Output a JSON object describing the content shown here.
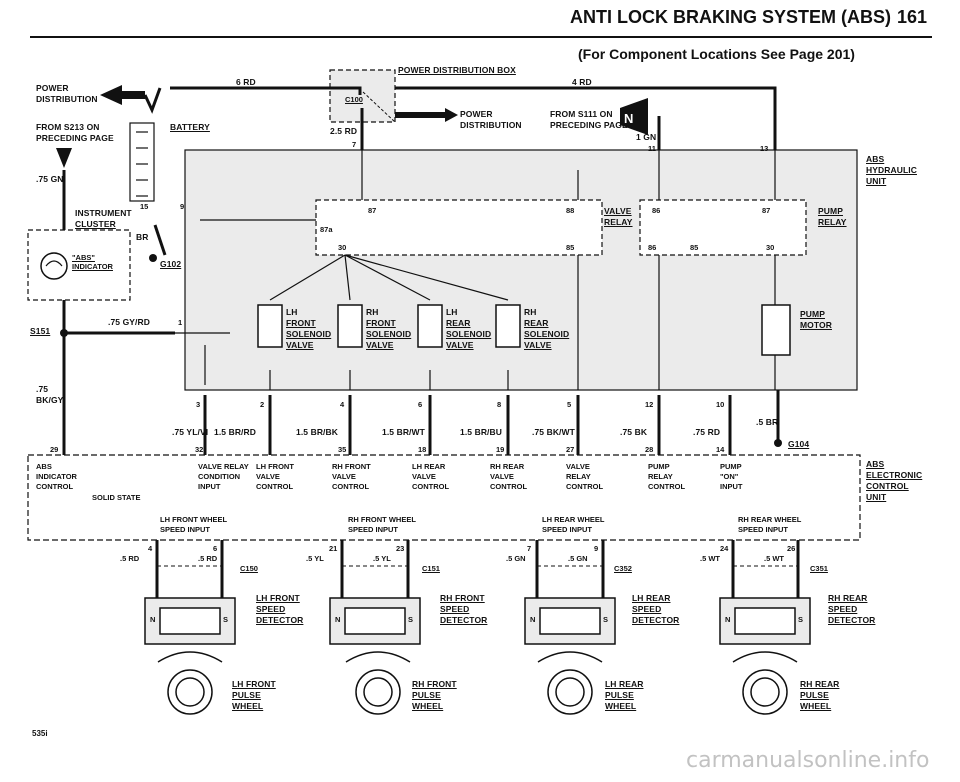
{
  "header": {
    "title": "ANTI LOCK BRAKING SYSTEM (ABS)",
    "page_number": "161",
    "subtitle": "(For Component Locations See Page 201)"
  },
  "footer": {
    "model_code": "535i",
    "watermark": "carmanualsonline.info"
  },
  "top": {
    "power_distribution_box": "POWER DISTRIBUTION BOX",
    "connector_c100": "C100",
    "power_distribution_left": [
      "POWER",
      "DISTRIBUTION"
    ],
    "power_distribution_mid": [
      "POWER",
      "DISTRIBUTION"
    ],
    "from_s213": [
      "FROM S213 ON",
      "PRECEDING PAGE"
    ],
    "from_s111": [
      "FROM S111 ON",
      "PRECEDING PAGE"
    ],
    "wire_6rd": "6 RD",
    "wire_4rd": "4 RD",
    "wire_25rd": "2.5 RD",
    "wire_1gn": "1 GN",
    "wire_75gn": ".75 GN",
    "pin_7": "7",
    "pin_11": "11",
    "pin_13": "13",
    "battery": "BATTERY",
    "ground_g102": "G102",
    "ground_g104": "G104"
  },
  "cluster": {
    "instrument_cluster": [
      "INSTRUMENT",
      "CLUSTER"
    ],
    "abs_indicator": [
      "\"ABS\"",
      "INDICATOR"
    ],
    "pin_15": "15",
    "pin_9": "9",
    "pin_1": "1",
    "wire_br": "BR",
    "splice_s151": "S151",
    "wire_75gyrd": ".75 GY/RD",
    "wire_75bkgy": [
      ".75",
      "BK/GY"
    ]
  },
  "hydraulic_unit": {
    "label": [
      "ABS",
      "HYDRAULIC",
      "UNIT"
    ],
    "valve_relay": [
      "VALVE",
      "RELAY"
    ],
    "pump_relay": [
      "PUMP",
      "RELAY"
    ],
    "pump_motor": [
      "PUMP",
      "MOTOR"
    ],
    "relay_pins_left": [
      "87",
      "87a",
      "30"
    ],
    "relay_pins_valve": [
      "88",
      "86",
      "85"
    ],
    "relay_pins_pump": [
      "86",
      "87",
      "85",
      "30"
    ],
    "solenoids": [
      [
        "LH",
        "FRONT",
        "SOLENOID",
        "VALVE"
      ],
      [
        "RH",
        "FRONT",
        "SOLENOID",
        "VALVE"
      ],
      [
        "LH",
        "REAR",
        "SOLENOID",
        "VALVE"
      ],
      [
        "RH",
        "REAR",
        "SOLENOID",
        "VALVE"
      ]
    ]
  },
  "harness": [
    {
      "pin": "3",
      "wire": ".75 YL/VI"
    },
    {
      "pin": "2",
      "wire": "1.5 BR/RD"
    },
    {
      "pin": "4",
      "wire": "1.5 BR/BK"
    },
    {
      "pin": "6",
      "wire": "1.5 BR/WT"
    },
    {
      "pin": "8",
      "wire": "1.5 BR/BU"
    },
    {
      "pin": "5",
      "wire": ".75 BK/WT"
    },
    {
      "pin": "12",
      "wire": ".75 BK"
    },
    {
      "pin": "10",
      "wire": ".75 RD"
    },
    {
      "pin": "",
      "wire": ".5 BR"
    }
  ],
  "ecu": {
    "label": [
      "ABS",
      "ELECTRONIC",
      "CONTROL",
      "UNIT"
    ],
    "pins": [
      "29",
      "32",
      "35",
      "18",
      "19",
      "27",
      "28",
      "14"
    ],
    "abs_indicator_control": [
      "ABS",
      "INDICATOR",
      "CONTROL"
    ],
    "solid_state": "SOLID STATE",
    "functions": [
      [
        "VALVE RELAY",
        "CONDITION",
        "INPUT"
      ],
      [
        "LH FRONT",
        "VALVE",
        "CONTROL"
      ],
      [
        "RH FRONT",
        "VALVE",
        "CONTROL"
      ],
      [
        "LH REAR",
        "VALVE",
        "CONTROL"
      ],
      [
        "RH REAR",
        "VALVE",
        "CONTROL"
      ],
      [
        "VALVE",
        "RELAY",
        "CONTROL"
      ],
      [
        "PUMP",
        "RELAY",
        "CONTROL"
      ],
      [
        "PUMP",
        "\"ON\"",
        "INPUT"
      ]
    ],
    "speed_inputs": [
      [
        "LH FRONT WHEEL",
        "SPEED INPUT"
      ],
      [
        "RH FRONT WHEEL",
        "SPEED INPUT"
      ],
      [
        "LH REAR WHEEL",
        "SPEED INPUT"
      ],
      [
        "RH REAR WHEEL",
        "SPEED INPUT"
      ]
    ]
  },
  "sensors": [
    {
      "pins": [
        "4",
        "6"
      ],
      "wires": [
        ".5 RD",
        ".5 RD"
      ],
      "connector": "C150",
      "detector": [
        "LH FRONT",
        "SPEED",
        "DETECTOR"
      ],
      "wheel": [
        "LH FRONT",
        "PULSE",
        "WHEEL"
      ]
    },
    {
      "pins": [
        "21",
        "23"
      ],
      "wires": [
        ".5 YL",
        ".5 YL"
      ],
      "connector": "C151",
      "detector": [
        "RH FRONT",
        "SPEED",
        "DETECTOR"
      ],
      "wheel": [
        "RH FRONT",
        "PULSE",
        "WHEEL"
      ]
    },
    {
      "pins": [
        "7",
        "9"
      ],
      "wires": [
        ".5 GN",
        ".5 GN"
      ],
      "connector": "C352",
      "detector": [
        "LH REAR",
        "SPEED",
        "DETECTOR"
      ],
      "wheel": [
        "LH REAR",
        "PULSE",
        "WHEEL"
      ]
    },
    {
      "pins": [
        "24",
        "26"
      ],
      "wires": [
        ".5 WT",
        ".5 WT"
      ],
      "connector": "C351",
      "detector": [
        "RH REAR",
        "SPEED",
        "DETECTOR"
      ],
      "wheel": [
        "RH REAR",
        "PULSE",
        "WHEEL"
      ]
    }
  ],
  "sensor_polarity": [
    "N",
    "S"
  ],
  "colors": {
    "ink": "#111111",
    "shade": "#ebebeb",
    "paper": "#ffffff"
  }
}
